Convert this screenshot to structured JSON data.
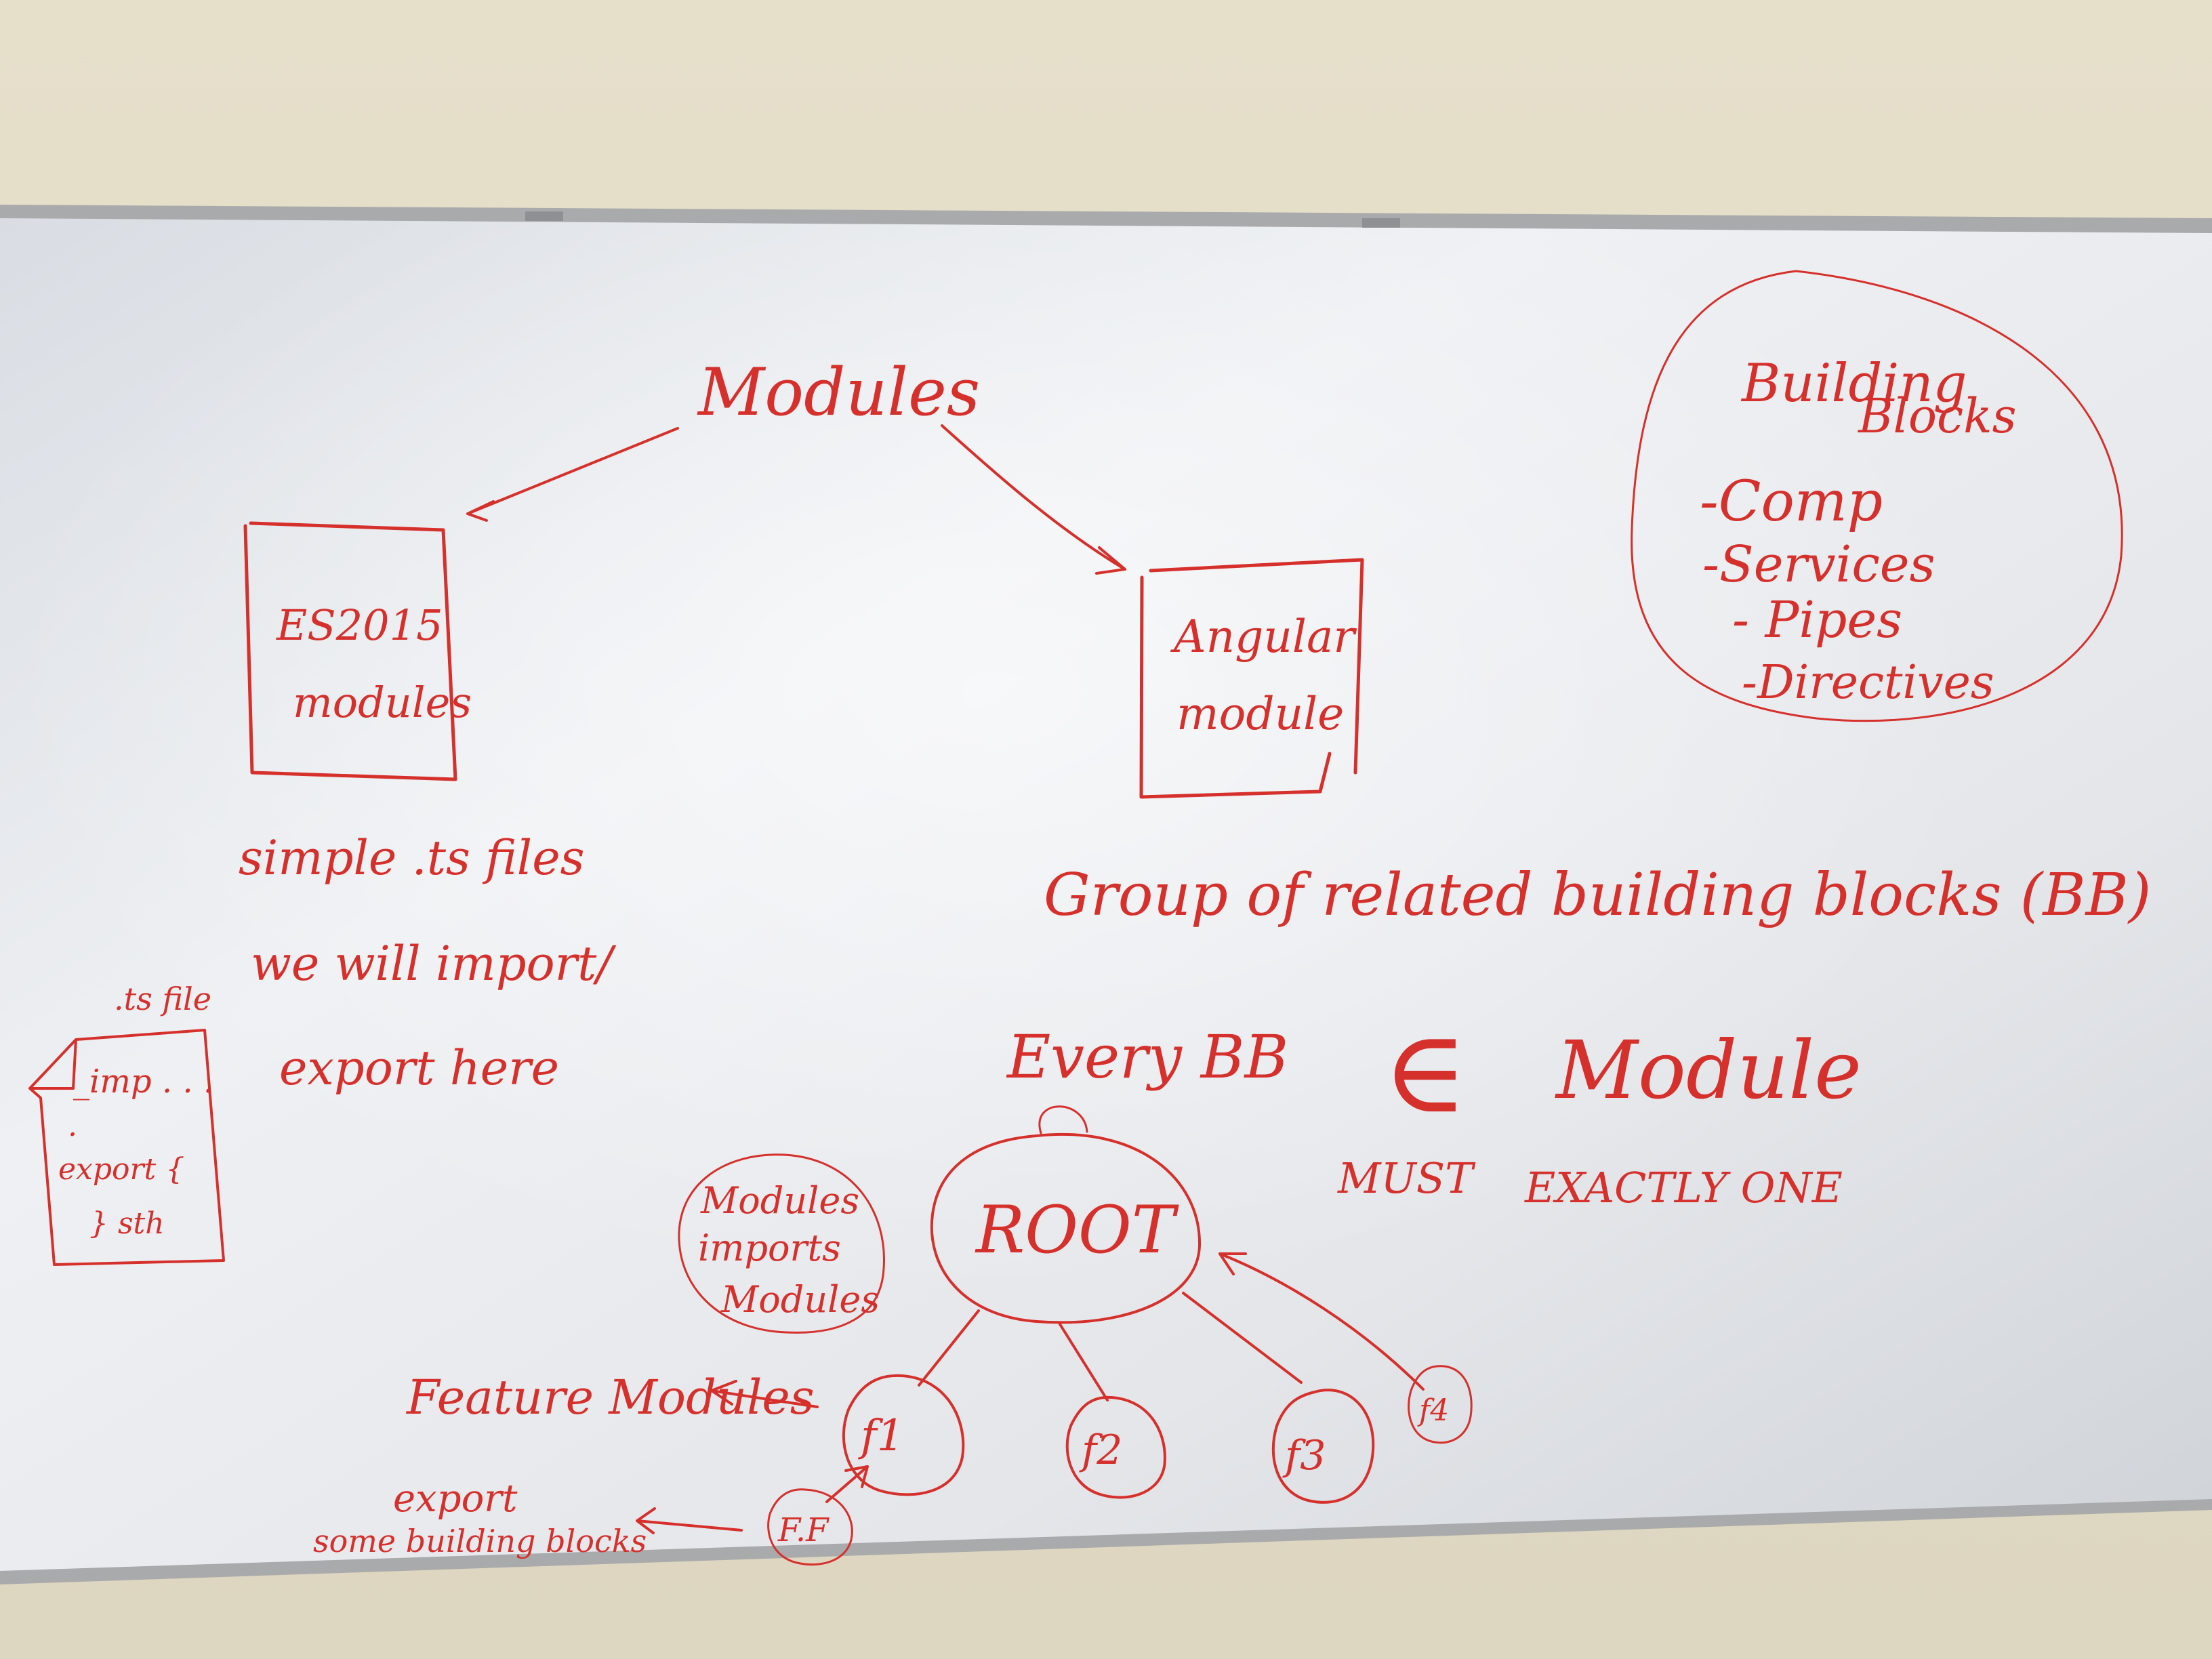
{
  "board": {
    "colors": {
      "wall": "#e3dcc6",
      "board": "#e9ebee",
      "frame": "#a9aaac",
      "ink": "#d6302c"
    }
  },
  "text": {
    "modules": "Modules",
    "es2015_line1": "ES2015",
    "es2015_line2": "modules",
    "angular_line1": "Angular",
    "angular_line2": "module",
    "bb_title1": "Building",
    "bb_title2": "Blocks",
    "bb_item1": "-Comp",
    "bb_item2": "-Services",
    "bb_item3": "- Pipes",
    "bb_item4": "-Directives",
    "simple": "simple .ts files",
    "import1": "we will import/",
    "import2": "export here",
    "tsfile": ".ts file",
    "code1": "_imp . . .",
    "code2": ".",
    "code3": "export {",
    "code4": "} sth",
    "group": "Group of related building blocks (BB)",
    "every": "Every BB",
    "element_of": "∈",
    "module": "Module",
    "must": "MUST",
    "exactly_one": "EXACTLY ONE",
    "root": "ROOT",
    "mim1": "Modules",
    "mim2": "imports",
    "mim3": "Modules",
    "feature": "Feature Modules",
    "f1": "f1",
    "f2": "f2",
    "f3": "f3",
    "f4": "f4",
    "ff": "F.F",
    "export": "export",
    "some_bb": "some building blocks"
  }
}
